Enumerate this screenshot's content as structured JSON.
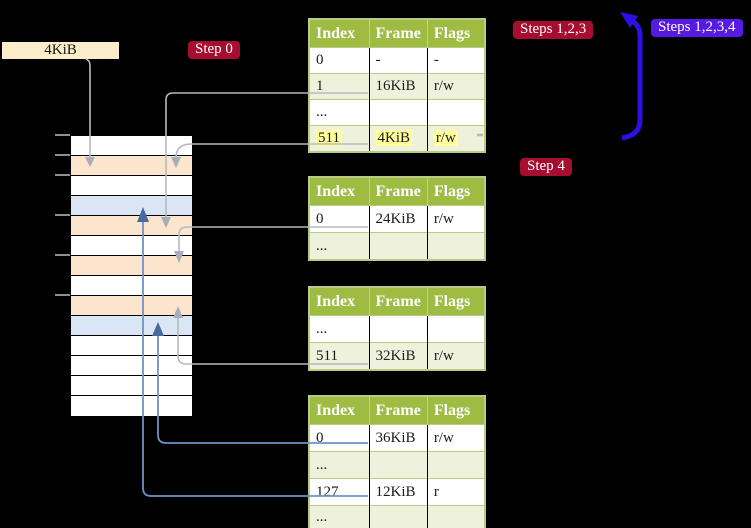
{
  "labels": {
    "frame_size": "4KiB",
    "step0": "Step 0",
    "step4": "Step 4",
    "steps_123": "Steps 1,2,3",
    "steps_1234": "Steps 1,2,3,4"
  },
  "colors": {
    "badge_red": "#a60d2f",
    "badge_blue": "#561ae3",
    "big_arrow_blue": "#2d10e4",
    "table_header_green": "#9dbc41",
    "table_alt_row_green": "#eef2dd",
    "table_border_green": "#b9ca85",
    "highlight_yellow": "#ffff9d",
    "memory_pagetable_peach": "#fce5cd",
    "memory_page_blue": "#dae6f6",
    "label_wheat": "#fbecca",
    "connector_gray": "#b5b9be",
    "connector_blue": "#6f92c6"
  },
  "memory": {
    "rows": [
      "free",
      "pagetable",
      "free",
      "page",
      "pagetable",
      "free",
      "pagetable",
      "free",
      "pagetable",
      "page",
      "free",
      "free",
      "free",
      "free"
    ]
  },
  "tables": [
    {
      "headers": [
        "Index",
        "Frame",
        "Flags"
      ],
      "rows": [
        {
          "cells": [
            "0",
            "-",
            "-"
          ]
        },
        {
          "cells": [
            "1",
            "16KiB",
            "r/w"
          ]
        },
        {
          "cells": [
            "...",
            "",
            ""
          ]
        },
        {
          "cells": [
            "511",
            "4KiB",
            "r/w"
          ],
          "highlight": true
        }
      ]
    },
    {
      "headers": [
        "Index",
        "Frame",
        "Flags"
      ],
      "rows": [
        {
          "cells": [
            "0",
            "24KiB",
            "r/w"
          ]
        },
        {
          "cells": [
            "...",
            "",
            ""
          ]
        }
      ]
    },
    {
      "headers": [
        "Index",
        "Frame",
        "Flags"
      ],
      "rows": [
        {
          "cells": [
            "...",
            "",
            ""
          ]
        },
        {
          "cells": [
            "511",
            "32KiB",
            "r/w"
          ]
        }
      ]
    },
    {
      "headers": [
        "Index",
        "Frame",
        "Flags"
      ],
      "rows": [
        {
          "cells": [
            "0",
            "36KiB",
            "r/w"
          ]
        },
        {
          "cells": [
            "...",
            "",
            ""
          ]
        },
        {
          "cells": [
            "127",
            "12KiB",
            "r"
          ]
        },
        {
          "cells": [
            "...",
            "",
            ""
          ]
        }
      ]
    }
  ]
}
